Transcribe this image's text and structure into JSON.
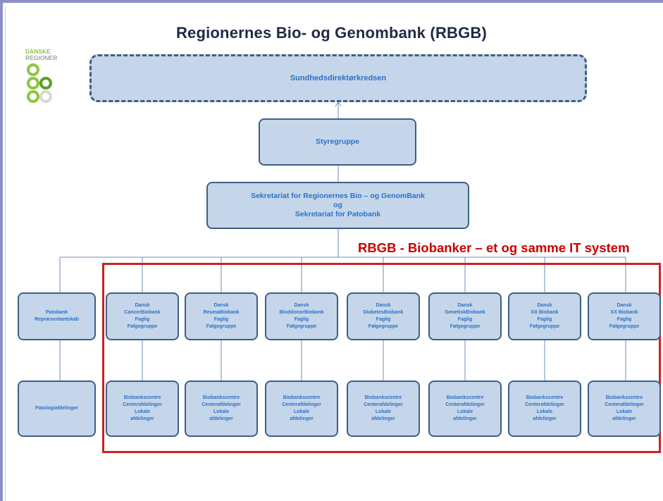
{
  "title": "Regionernes Bio- og Genombank (RBGB)",
  "logo": {
    "line1": "DANSKE",
    "line2": "REGIONER"
  },
  "top_box": "Sundhedsdirektørkredsen",
  "styregruppe": "Styregruppe",
  "sekretariat": "Sekretariat for Regionernes Bio – og GenomBank\nog\nSekretariat for Patobank",
  "rbgb_label": "RBGB - Biobanker – et og samme IT system",
  "patobank": "Patobank\nRepræsentantskab",
  "patologi": "Patologiafdelinger",
  "biobanks": [
    "Dansk\nCancerBiobank\nFaglig\nFølgegruppe",
    "Dansk\nReumaBiobank\nFaglig\nFølgegruppe",
    "Dansk\nBloddonorBiobank\nFaglig\nFølgegruppe",
    "Dansk\nDiabetesBiobank\nFaglig\nFølgegruppe",
    "Dansk\nGenetiskBiobank\nFaglig\nFølgegruppe",
    "Dansk\nXX Biobank\nFaglig\nFølgegruppe",
    "Dansk\nXX Biobank\nFaglig\nFølgegruppe"
  ],
  "centre": "Biobankscentre\nCenterafdelinger\nLokale\nafdelinger",
  "colors": {
    "box_fill": "#c5d6ea",
    "box_border": "#3c5f86",
    "text": "#2b72c6",
    "red": "#cc2222"
  }
}
